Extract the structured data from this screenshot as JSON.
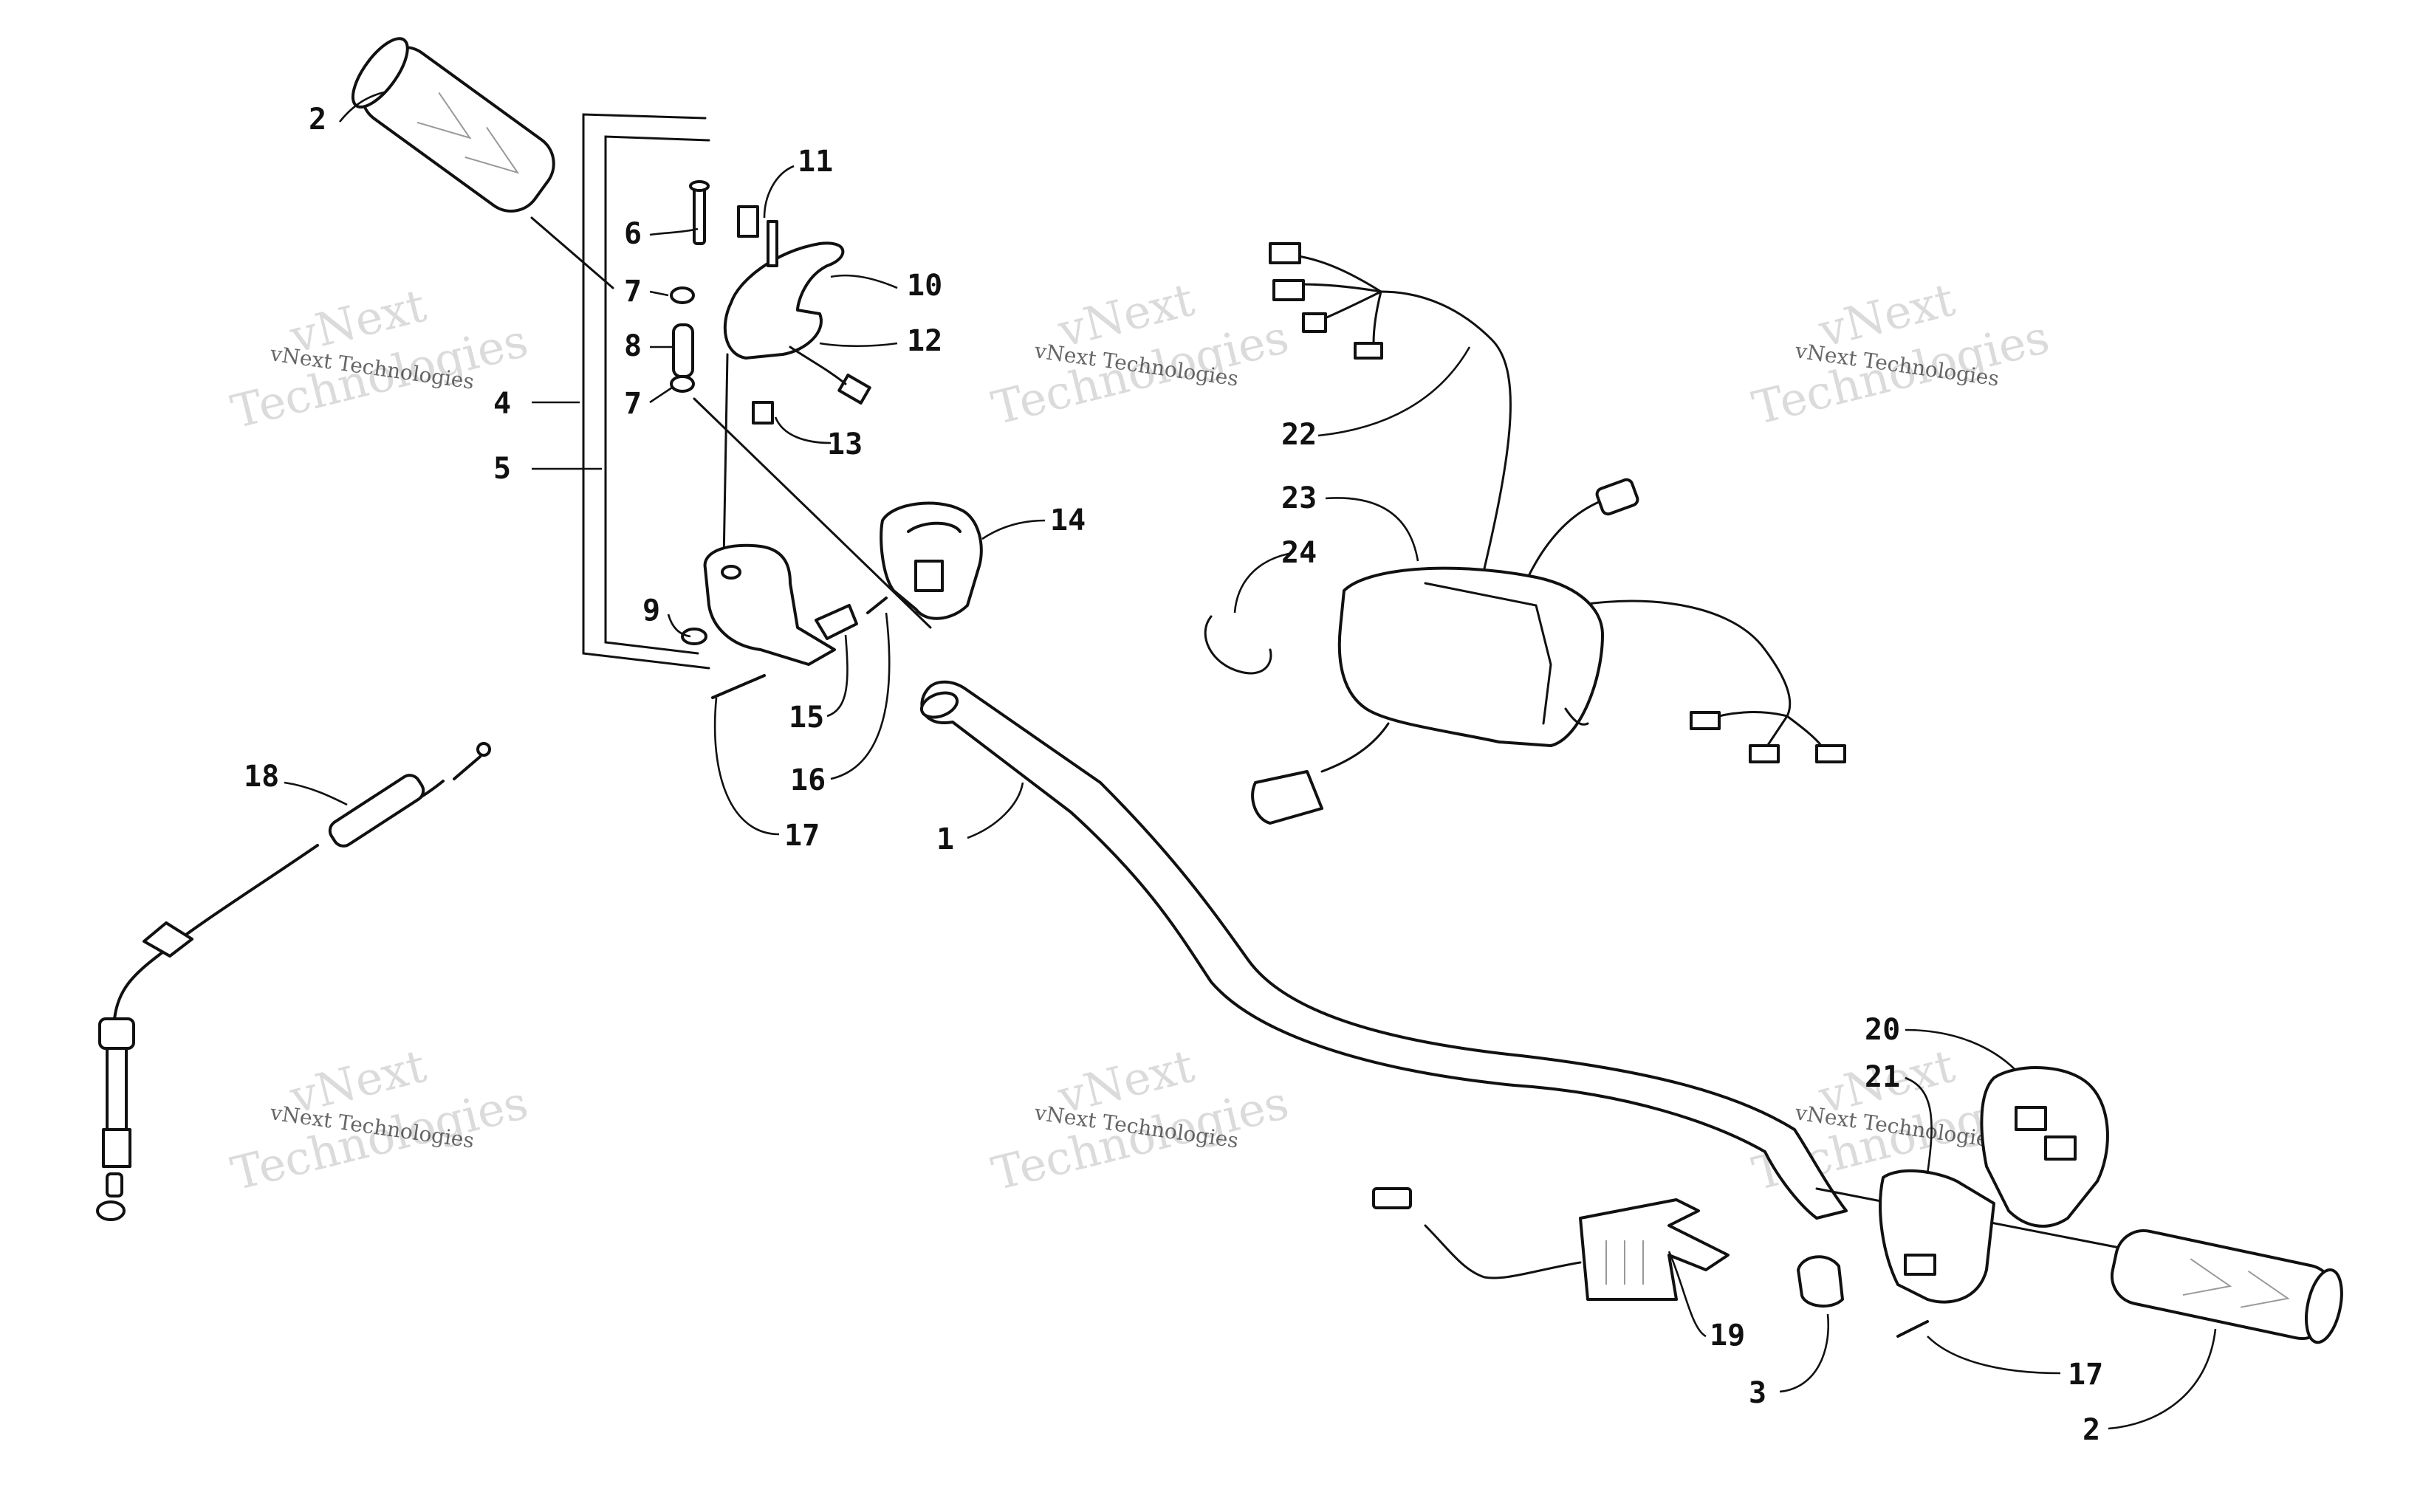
{
  "callouts": {
    "c1": "1",
    "c2a": "2",
    "c2b": "2",
    "c3": "3",
    "c4": "4",
    "c5": "5",
    "c6": "6",
    "c7a": "7",
    "c7b": "7",
    "c8": "8",
    "c9": "9",
    "c10": "10",
    "c11": "11",
    "c12": "12",
    "c13": "13",
    "c14": "14",
    "c15": "15",
    "c16": "16",
    "c17a": "17",
    "c17b": "17",
    "c18": "18",
    "c19": "19",
    "c20": "20",
    "c21": "21",
    "c22": "22",
    "c23": "23",
    "c24": "24"
  },
  "watermark": {
    "line_top": "vNext",
    "line_mid": "vNext Technologies",
    "line_big": "Technologies"
  }
}
